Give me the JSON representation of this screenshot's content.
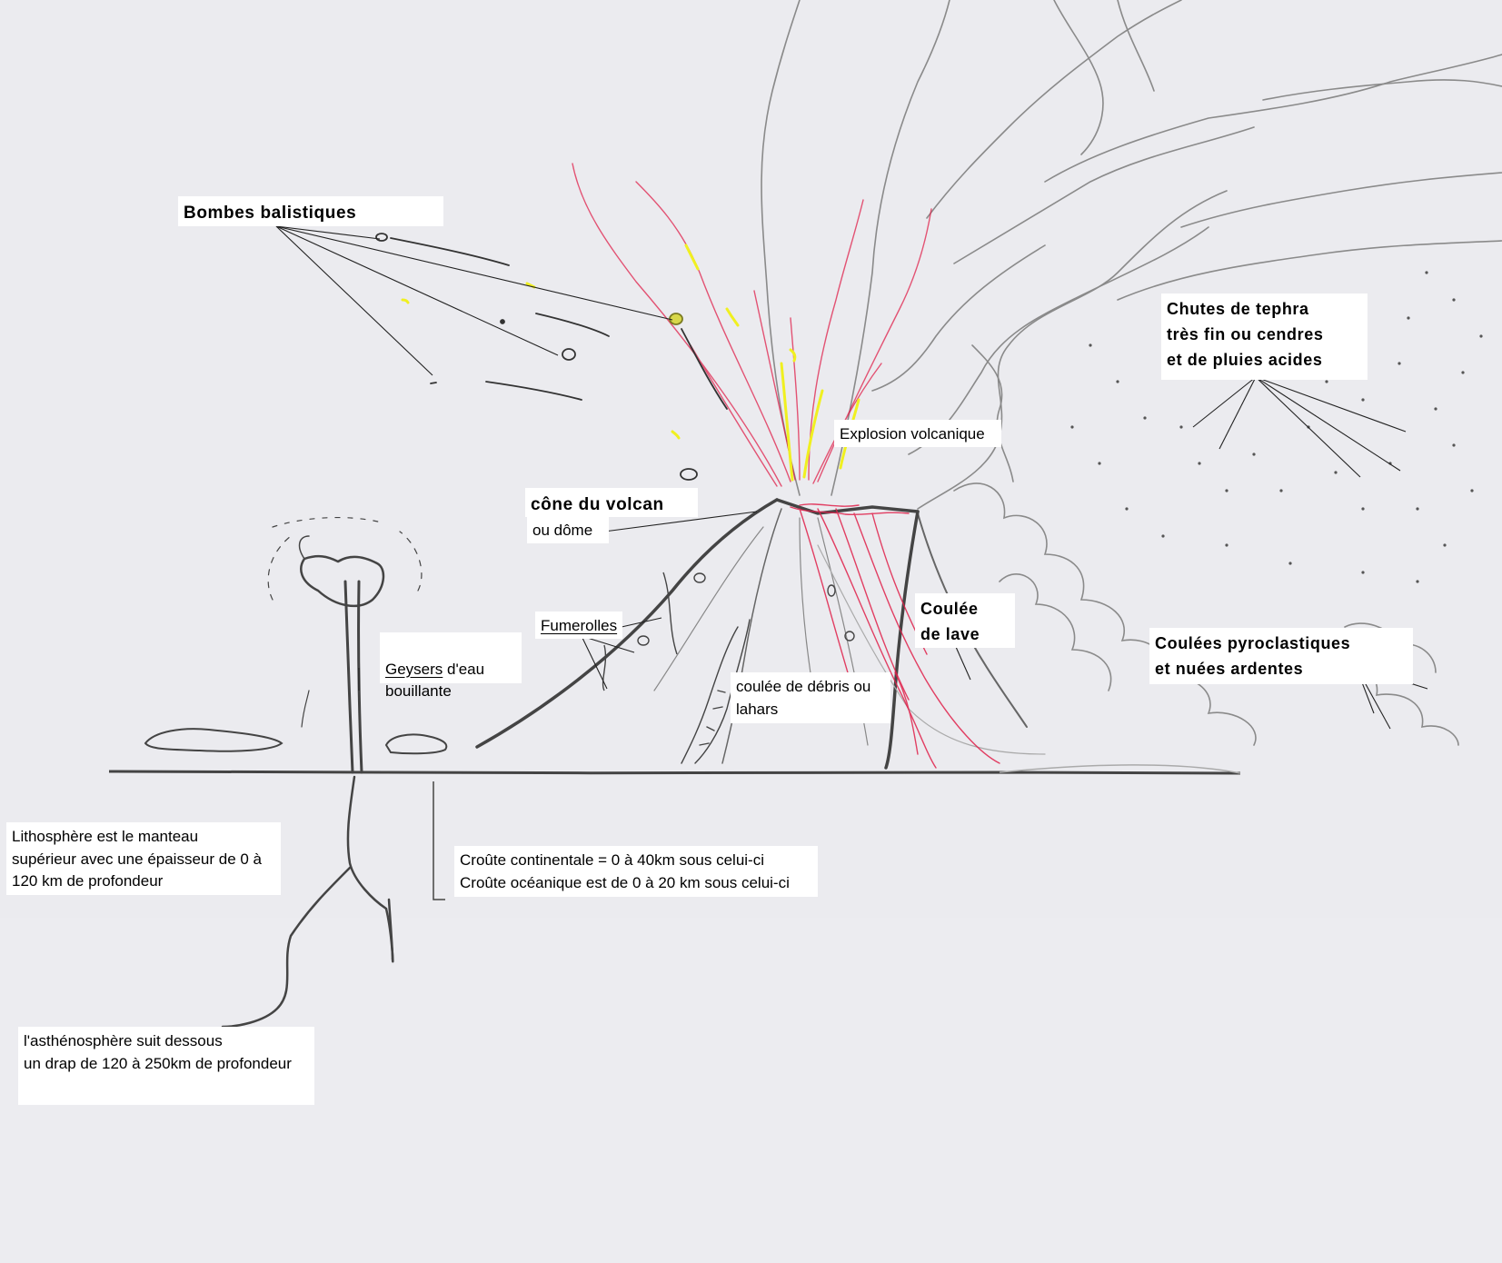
{
  "diagram": {
    "labels": {
      "bombes": "Bombes balistiques",
      "tephra": "Chutes de tephra\ntrès fin ou cendres\net de pluies acides",
      "explosion": "Explosion volcanique",
      "cone_title": "cône du volcan",
      "cone_sub": "ou dôme",
      "fumerolles": "Fumerolles",
      "geysers_a": "Geysers",
      "geysers_b": " d'eau\nbouillante",
      "coulee_lave": "Coulée\nde lave",
      "debris": "coulée de débris ou\nlahars",
      "pyro": "Coulées pyroclastiques\net nuées ardentes",
      "lithosphere": "Lithosphère est le manteau\nsupérieur avec une épaisseur de 0 à\n120 km de profondeur",
      "croute": "Croûte continentale = 0 à 40km sous celui-ci\nCroûte océanique est de 0 à 20 km sous celui-ci",
      "asthenosphere": "l'asthénosphère suit dessous\nun drap de 120 à 250km de profondeur"
    },
    "colors": {
      "background": "#ececf0",
      "ink": "#444444",
      "lava": "#e0204a",
      "ejecta": "#f0f020",
      "smoke": "#8a8a8a"
    }
  }
}
